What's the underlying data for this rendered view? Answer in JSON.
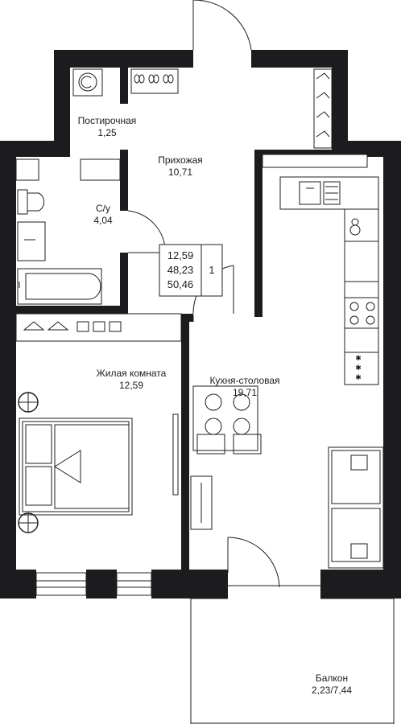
{
  "rooms": {
    "storage": {
      "name": "Постирочная",
      "area": "1,25"
    },
    "hall": {
      "name": "Прихожая",
      "area": "10,71"
    },
    "bathroom": {
      "name": "С/у",
      "area": "4,04"
    },
    "living": {
      "name": "Жилая комната",
      "area": "12,59"
    },
    "kitchen": {
      "name": "Кухня-столовая",
      "area": "19,71"
    },
    "balcony": {
      "name": "Балкон",
      "area": "2,23/7,44"
    }
  },
  "summary": {
    "living_area": "12,59",
    "total_area": "48,23",
    "total_with_balcony": "50,46",
    "room_count": "1"
  },
  "colors": {
    "wall": "#1c1c1e",
    "background": "#ffffff"
  }
}
